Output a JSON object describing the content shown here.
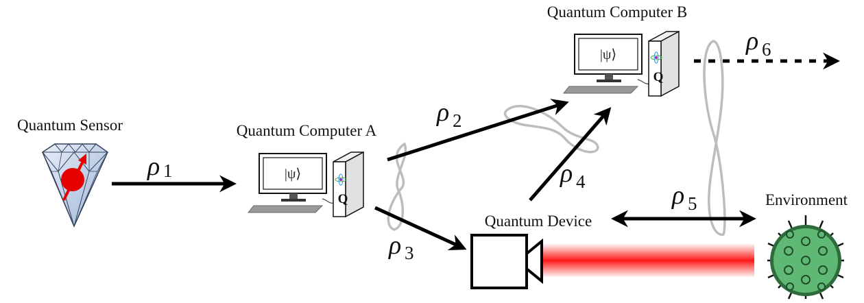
{
  "labels": {
    "sensor": "Quantum Sensor",
    "computer_a": "Quantum Computer A",
    "computer_b": "Quantum Computer B",
    "device": "Quantum Device",
    "environment": "Environment"
  },
  "states": [
    {
      "symbol": "ρ",
      "sub": "1"
    },
    {
      "symbol": "ρ",
      "sub": "2"
    },
    {
      "symbol": "ρ",
      "sub": "3"
    },
    {
      "symbol": "ρ",
      "sub": "4"
    },
    {
      "symbol": "ρ",
      "sub": "5"
    },
    {
      "symbol": "ρ",
      "sub": "6"
    }
  ],
  "screen_text": "|ψ⟩",
  "tower_letter": "Q",
  "colors": {
    "arrow": "#000000",
    "entanglement_loop": "#bdbdbd",
    "laser": "#ff1a1a",
    "virus": "#5fb873",
    "virus_dark": "#2e6b3a",
    "diamond": "#b9cbe6",
    "spin": "#e60000"
  }
}
